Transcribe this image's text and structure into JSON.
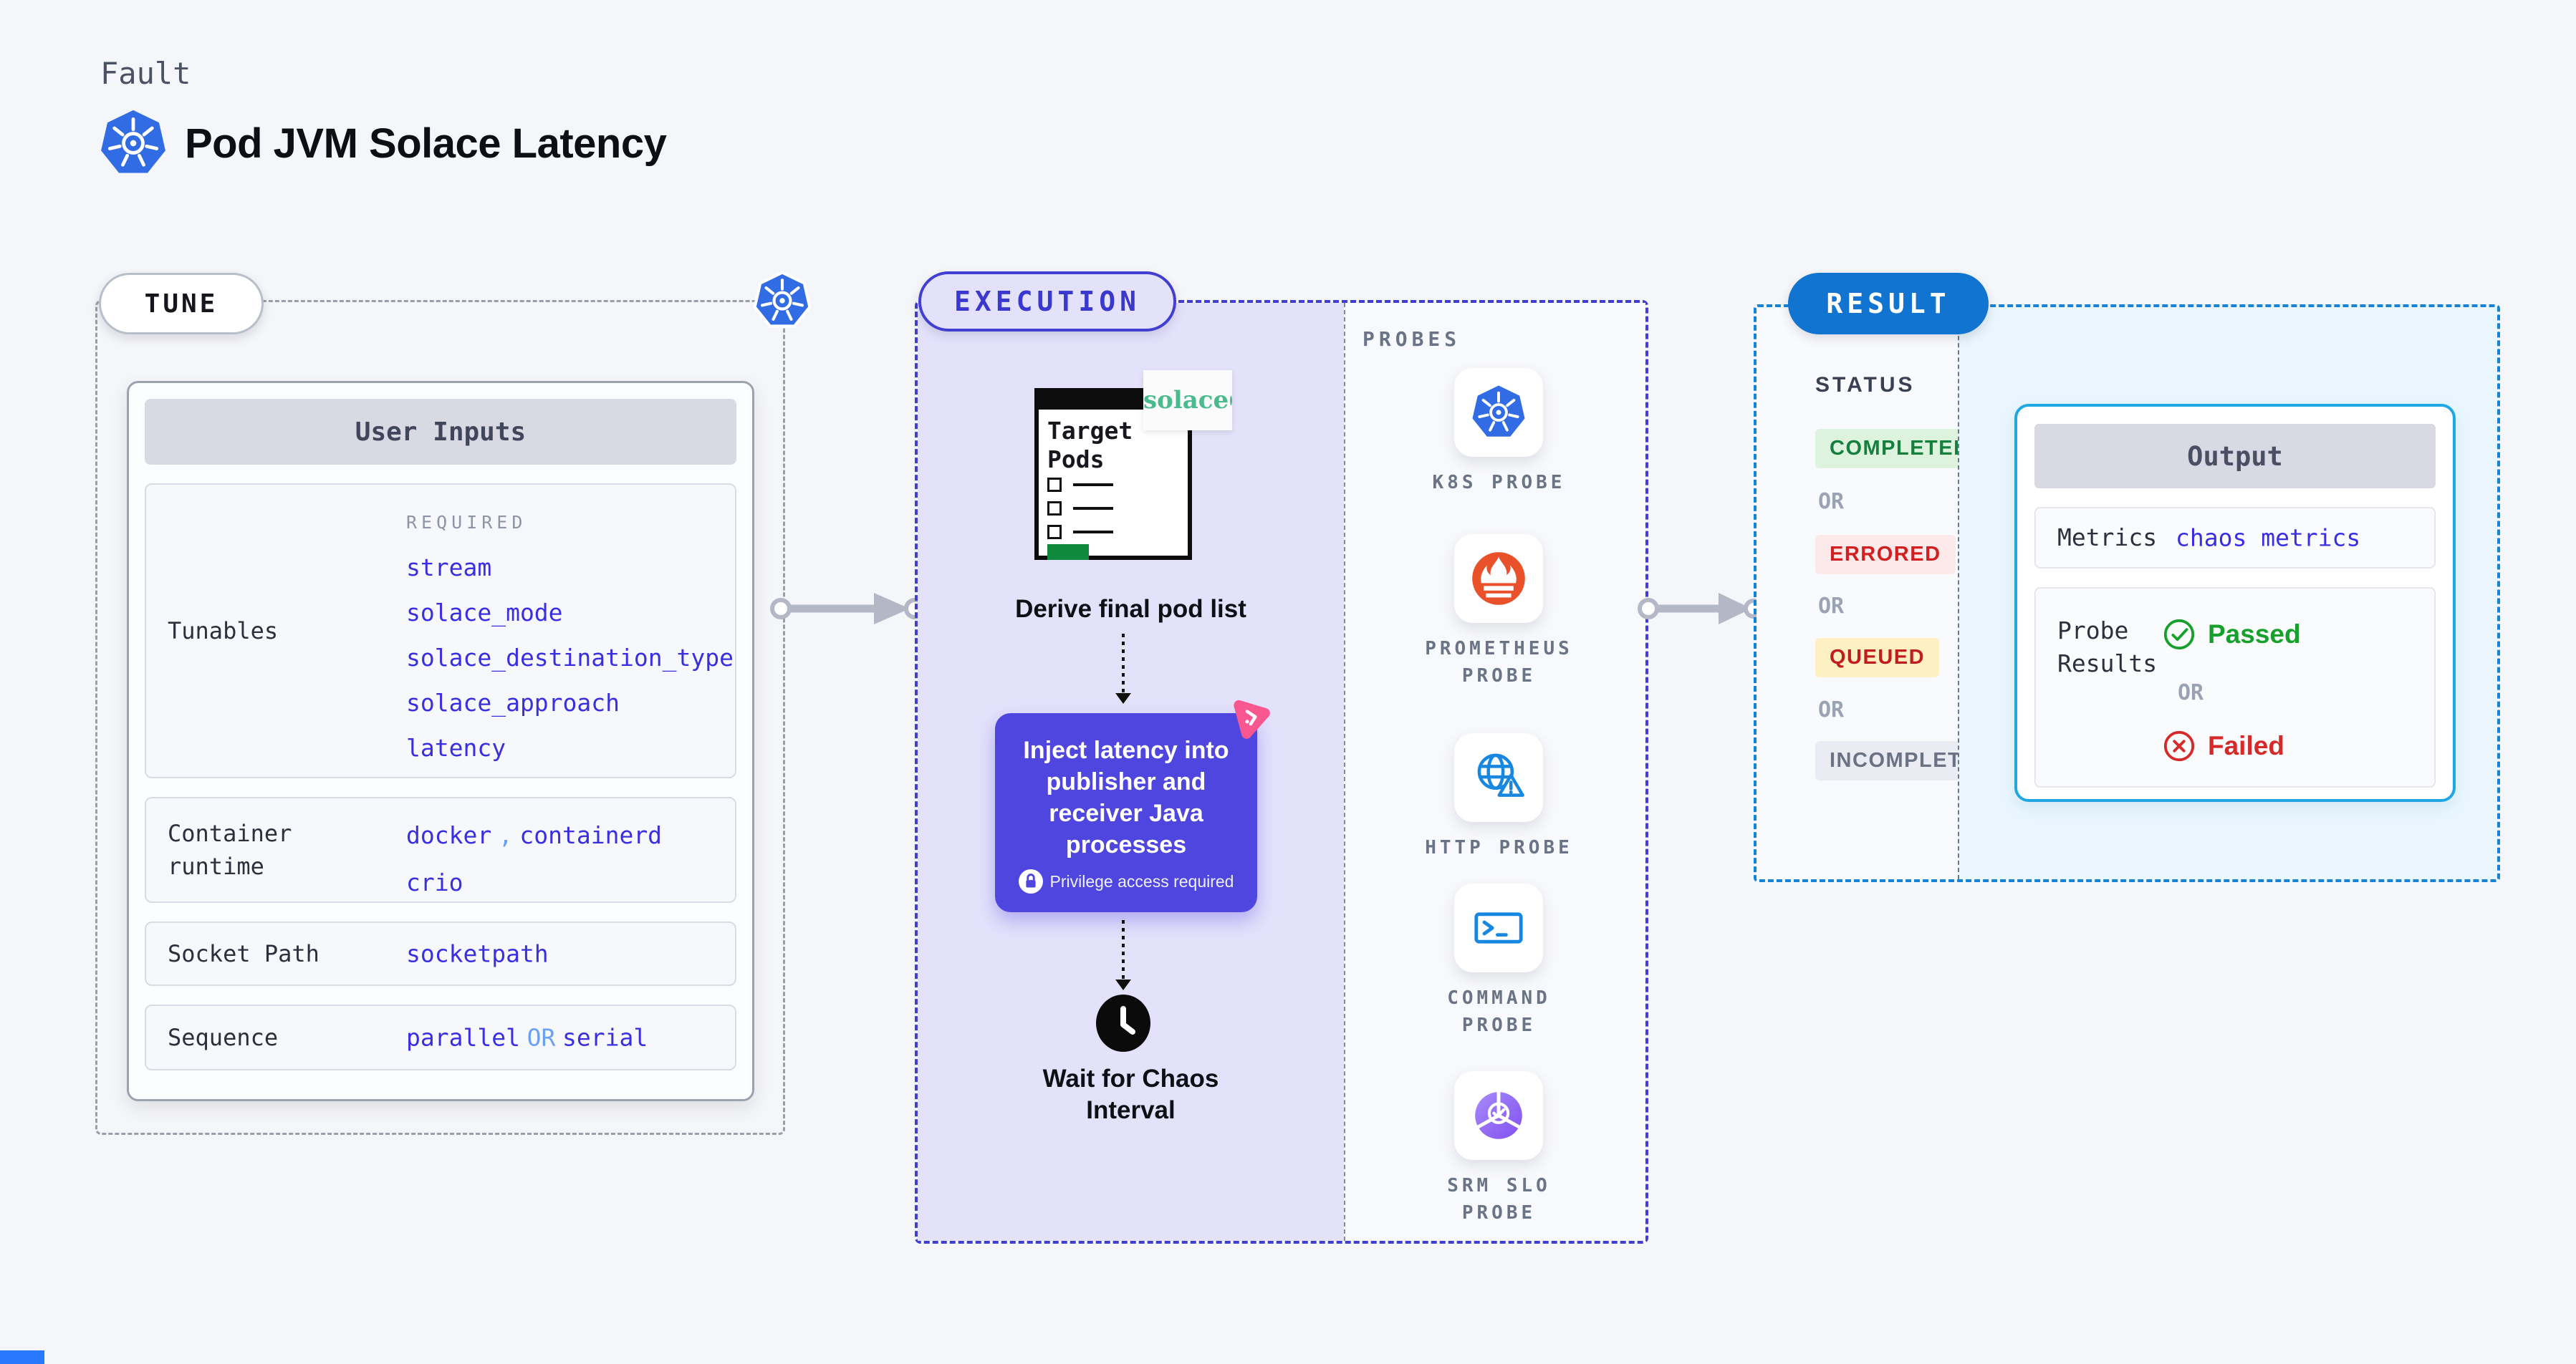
{
  "header": {
    "kicker": "Fault",
    "title": "Pod JVM Solace Latency"
  },
  "tune": {
    "pill_label": "TUNE",
    "card_header": "User Inputs",
    "tunables_row": {
      "label": "Tunables",
      "required_tag": "REQUIRED",
      "values": [
        "stream",
        "solace_mode",
        "solace_destination_type",
        "solace_approach",
        "latency"
      ]
    },
    "container_runtime_row": {
      "label": "Container runtime",
      "value_a": "docker",
      "separator": ",",
      "value_b": "containerd",
      "value_c": "crio"
    },
    "socket_path_row": {
      "label": "Socket Path",
      "value": "socketpath"
    },
    "sequence_row": {
      "label": "Sequence",
      "value_a": "parallel",
      "or": "OR",
      "value_b": "serial"
    }
  },
  "execution": {
    "pill_label": "EXECUTION",
    "target_window_title": "Target Pods",
    "solace_logo_text": "solace",
    "derive_step_label": "Derive final pod list",
    "inject_step": {
      "text": "Inject latency into publisher and receiver Java processes",
      "privilege_note": "Privilege access required"
    },
    "wait_step_label": "Wait for Chaos Interval",
    "probes_panel": {
      "header": "PROBES",
      "items": [
        {
          "label": "K8S PROBE",
          "icon": "kubernetes-icon"
        },
        {
          "label": "PROMETHEUS PROBE",
          "icon": "prometheus-icon"
        },
        {
          "label": "HTTP PROBE",
          "icon": "http-globe-warning-icon"
        },
        {
          "label": "COMMAND PROBE",
          "icon": "terminal-icon"
        },
        {
          "label": "SRM SLO PROBE",
          "icon": "srm-slo-pie-check-icon"
        }
      ]
    }
  },
  "result": {
    "pill_label": "RESULT",
    "status_panel": {
      "header": "STATUS",
      "or_label": "OR",
      "badges": [
        {
          "label": "COMPLETED",
          "text_color": "#15803d",
          "bg_color": "#ddf3de"
        },
        {
          "label": "ERRORED",
          "text_color": "#d21f1f",
          "bg_color": "#fceaea"
        },
        {
          "label": "QUEUED",
          "text_color": "#c01d1d",
          "bg_color": "#fdf0c2"
        },
        {
          "label": "INCOMPLETED",
          "text_color": "#6a7284",
          "bg_color": "#ebecf3"
        }
      ]
    },
    "output_panel": {
      "header": "Output",
      "metrics_label": "Metrics",
      "metrics_value": "chaos metrics",
      "probe_results_label": "Probe Results",
      "passed_label": "Passed",
      "or_label": "OR",
      "failed_label": "Failed"
    }
  },
  "colors": {
    "page_background": "#f5f6f9",
    "value_blue": "#3a2ee2",
    "value_light_blue": "#6aa1f4",
    "execution_accent": "#413ed2",
    "execution_fill": "#e4e2fb",
    "result_accent": "#1583d6",
    "result_pill": "#1174d0",
    "result_fill": "#e9f6fd",
    "output_border": "#1ea7e2",
    "inject_purple": "#4f46e0",
    "litmus_pink": "#f9578f",
    "kubernetes_blue": "#326ce5",
    "prometheus_orange": "#e8512a",
    "solace_green": "#4bba8f",
    "passed_green": "#18a02c",
    "failed_red": "#d62a2a"
  }
}
